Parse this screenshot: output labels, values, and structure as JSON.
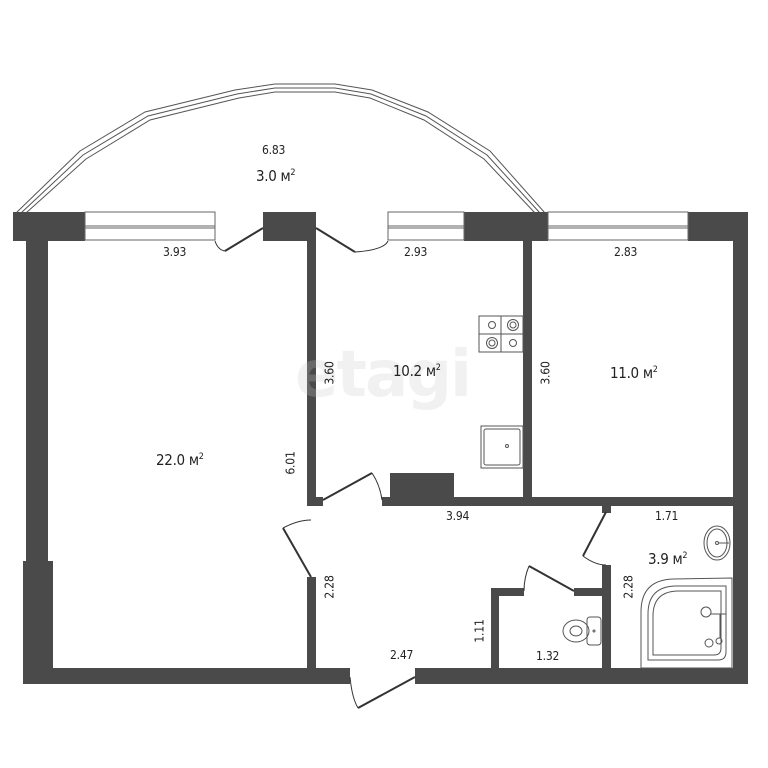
{
  "plan": {
    "wall_color": "#4a4a4a",
    "line_color": "#333333",
    "background": "#ffffff",
    "watermark": "etagi",
    "area_unit": "м²",
    "rooms": [
      {
        "id": "balcony",
        "area": "3.0 м",
        "dims": [
          "6.83"
        ]
      },
      {
        "id": "living-room",
        "area": "22.0 м",
        "dims": [
          "3.93",
          "6.01"
        ]
      },
      {
        "id": "kitchen",
        "area": "10.2 м",
        "dims": [
          "2.93",
          "3.60"
        ]
      },
      {
        "id": "bedroom",
        "area": "11.0 м",
        "dims": [
          "2.83",
          "3.60"
        ]
      },
      {
        "id": "hallway",
        "area": "",
        "dims": [
          "3.94",
          "2.28",
          "2.47",
          "1.11"
        ]
      },
      {
        "id": "toilet",
        "area": "",
        "dims": [
          "1.32"
        ]
      },
      {
        "id": "bathroom",
        "area": "3.9 м",
        "dims": [
          "1.71",
          "2.28"
        ]
      }
    ],
    "labels": {
      "balcony_width": "6.83",
      "balcony_area": "3.0 м",
      "living_width": "3.93",
      "living_length": "6.01",
      "living_area": "22.0 м",
      "kitchen_width": "2.93",
      "kitchen_length": "3.60",
      "kitchen_area": "10.2 м",
      "bedroom_width": "2.83",
      "bedroom_length": "3.60",
      "bedroom_area": "11.0 м",
      "hall_width": "3.94",
      "hall_length": "2.28",
      "hall_bottom": "2.47",
      "hall_toilet_side": "1.11",
      "toilet_width": "1.32",
      "bath_width": "1.71",
      "bath_length": "2.28",
      "bath_area": "3.9 м",
      "sup": "2"
    }
  }
}
